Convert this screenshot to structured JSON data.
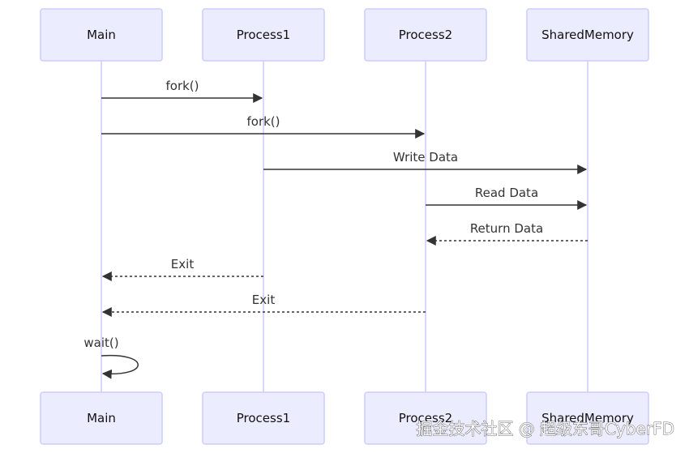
{
  "diagram": {
    "type": "sequence",
    "participants": [
      {
        "id": "main",
        "label": "Main"
      },
      {
        "id": "process1",
        "label": "Process1"
      },
      {
        "id": "process2",
        "label": "Process2"
      },
      {
        "id": "shared",
        "label": "SharedMemory"
      }
    ],
    "messages": [
      {
        "from": "main",
        "to": "process1",
        "label": "fork()",
        "style": "solid"
      },
      {
        "from": "main",
        "to": "process2",
        "label": "fork()",
        "style": "solid"
      },
      {
        "from": "process1",
        "to": "shared",
        "label": "Write Data",
        "style": "solid"
      },
      {
        "from": "process2",
        "to": "shared",
        "label": "Read Data",
        "style": "solid"
      },
      {
        "from": "shared",
        "to": "process2",
        "label": "Return Data",
        "style": "dotted"
      },
      {
        "from": "process1",
        "to": "main",
        "label": "Exit",
        "style": "dotted"
      },
      {
        "from": "process2",
        "to": "main",
        "label": "Exit",
        "style": "dotted"
      },
      {
        "from": "main",
        "to": "main",
        "label": "wait()",
        "style": "solid"
      }
    ]
  },
  "watermark": "掘金技术社区 @ 超级东哥CyberFD",
  "colors": {
    "actor_fill": "#ECECFF",
    "actor_border": "#CCCCFF",
    "line": "#333333"
  }
}
